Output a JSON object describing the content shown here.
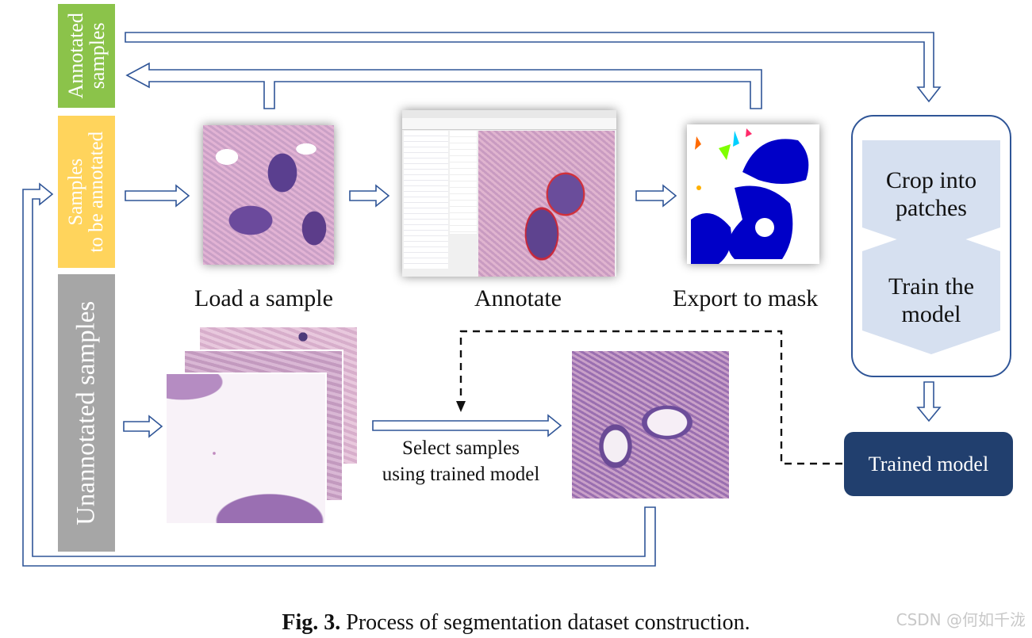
{
  "bands": {
    "annotated": [
      "Annotated",
      "samples"
    ],
    "to_annotate": [
      "Samples",
      "to be annotated"
    ],
    "unannotated": "Unannotated samples"
  },
  "steps": {
    "load": "Load a sample",
    "annotate": "Annotate",
    "export": "Export to mask",
    "select": [
      "Select samples",
      "using trained model"
    ]
  },
  "panel": {
    "crop": [
      "Crop into",
      "patches"
    ],
    "train": [
      "Train the",
      "model"
    ]
  },
  "trained_model": "Trained model",
  "caption": {
    "label": "Fig. 3.",
    "text": " Process of segmentation dataset construction."
  },
  "watermark": "CSDN @何如千泷",
  "colors": {
    "annotated_band": "#8bc34a",
    "to_annotate_band": "#ffd45c",
    "unannotated_band": "#a6a6a6",
    "arrow": "#2f5597",
    "trained_box": "#213f6e",
    "chevron": "#d6e0f0"
  }
}
